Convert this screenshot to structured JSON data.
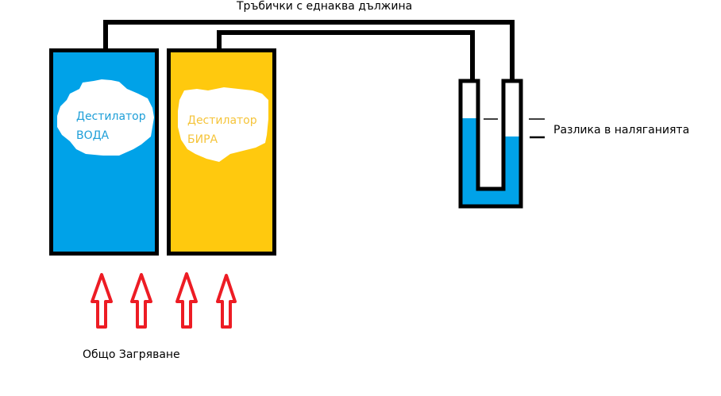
{
  "title": "Тръбички с еднаква дължина",
  "tanks": [
    {
      "id": "water",
      "line1": "Дестилатор",
      "line2": "ВОДА",
      "fill": "#00a2e8",
      "text_color": "#1e9fd8"
    },
    {
      "id": "beer",
      "line1": "Дестилатор",
      "line2": "БИРА",
      "fill": "#ffc90e",
      "text_color": "#f5c43a"
    }
  ],
  "manometer": {
    "liquid_color": "#00a2e8",
    "label": "Разлика в наляганията"
  },
  "heating": {
    "label": "Общо Загряване",
    "arrow_color": "#ed1c24",
    "arrow_count": 4
  },
  "colors": {
    "outline": "#000000",
    "background": "#ffffff"
  }
}
